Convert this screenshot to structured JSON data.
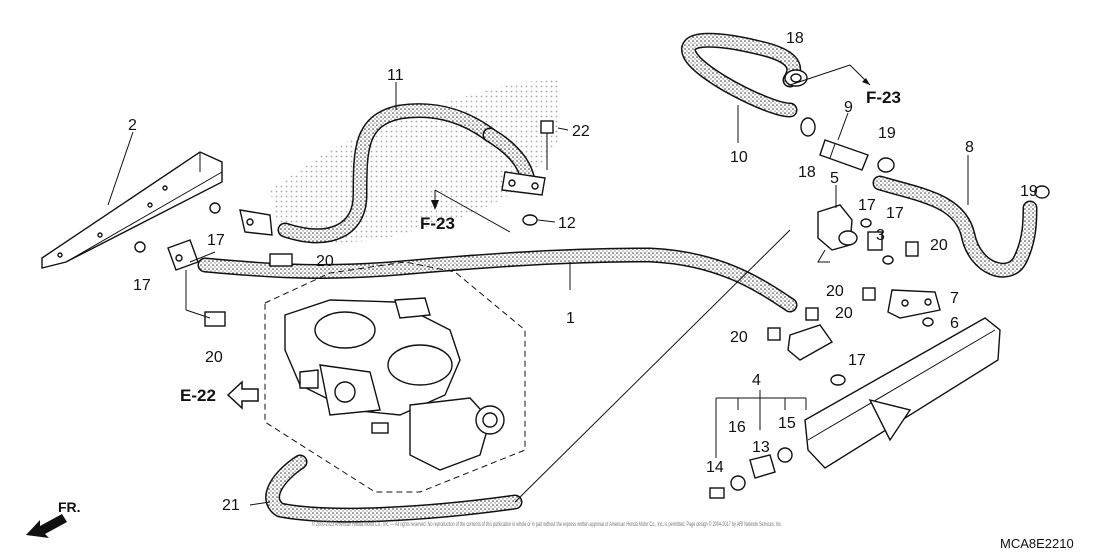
{
  "callouts": [
    "1",
    "2",
    "3",
    "4",
    "5",
    "6",
    "7",
    "8",
    "9",
    "10",
    "11",
    "12",
    "13",
    "14",
    "15",
    "16",
    "17",
    "17",
    "17",
    "17",
    "17",
    "18",
    "18",
    "19",
    "19",
    "20",
    "20",
    "20",
    "20",
    "20",
    "20",
    "21",
    "22"
  ],
  "refs": {
    "f23_top": "F-23",
    "f23_mid": "F-23",
    "e22": "E-22"
  },
  "direction_label": "FR.",
  "diagram_code": "MCA8E2210",
  "copyright": "© 2000-2023 American Honda Motor Co., Inc. — All rights reserved. No reproduction of the contents of this publication in whole or in part without the express written approval of American Honda Motor Co., Inc. is permitted. Page design © 2004-2017 by ARI Network Services, Inc."
}
